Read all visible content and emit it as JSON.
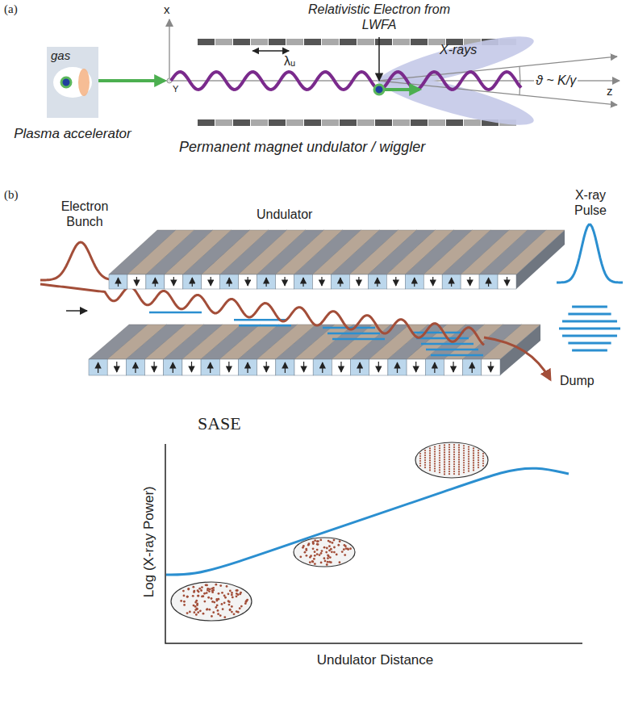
{
  "diagram": {
    "nodes": [
      {
        "text": [
          "gas",
          "Plasma accelerator"
        ]
      }
    ],
    "labels": [
      "(a)",
      "x",
      "Y",
      "z",
      "Relativistic Electron from LWFA",
      "λᵤ",
      "X-rays",
      "ϑ ~ K/γ",
      "Permanent magnet undulator / wiggler",
      "(b)",
      "Electron Bunch",
      "Undulator",
      "X-ray Pulse",
      "Dump",
      "SASE",
      "Log (X-ray Power)",
      "Undulator Distance"
    ]
  }
}
